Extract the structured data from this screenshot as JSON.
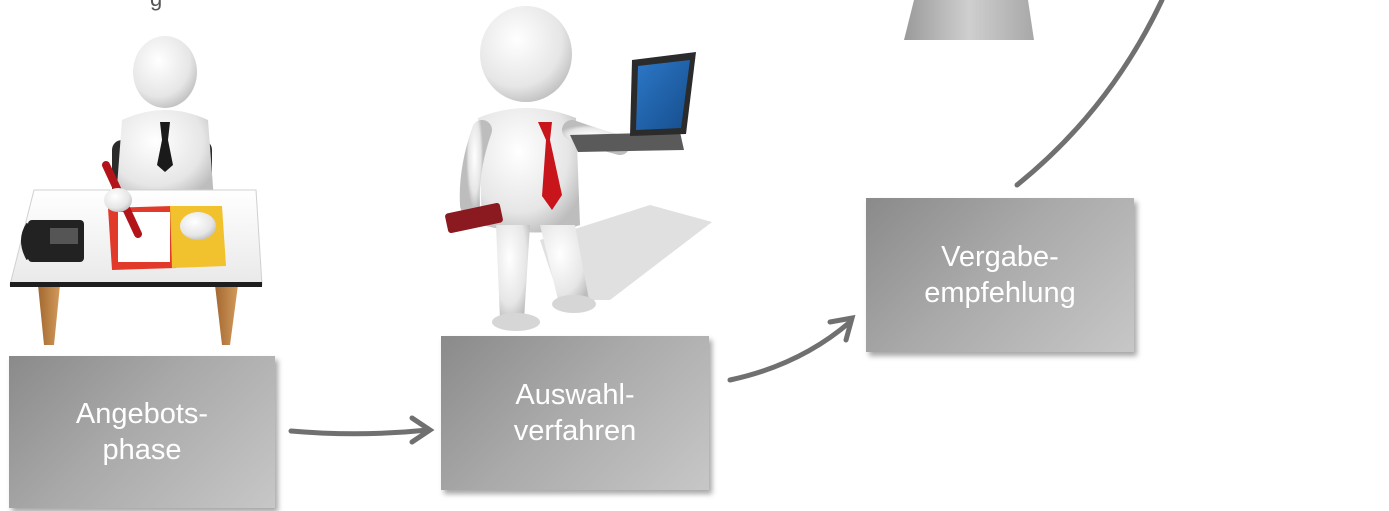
{
  "steps": [
    {
      "line1": "Angebots-",
      "line2": "phase"
    },
    {
      "line1": "Auswahl-",
      "line2": "verfahren"
    },
    {
      "line1": "Vergabe-",
      "line2": "empfehlung"
    }
  ],
  "top_caption": "g",
  "colors": {
    "box_dark": "#8a8a8a",
    "box_light": "#c7c7c7",
    "arrow": "#707070",
    "tie_red": "#c8141b",
    "laptop_screen": "#1f5fa8",
    "folder_yellow": "#f2c12e",
    "folder_red": "#e23a2a"
  },
  "icons": [
    "desk-person-figure",
    "laptop-person-figure",
    "pedestal-figure",
    "arrow-icon"
  ]
}
